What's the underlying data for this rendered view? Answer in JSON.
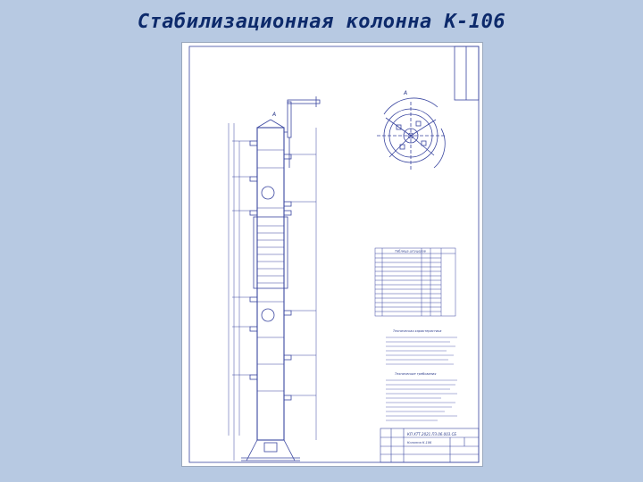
{
  "title": "Стабилизационная колонна К-106",
  "drawing": {
    "section_label": "А",
    "stamp_code": "КП ХТТ.2021.ПЗ.06.003.СБ",
    "stamp_name": "Колонна К-106",
    "spec_title": "Таблица штуцеров",
    "tech_title": "Техническая характеристика",
    "req_title": "Технические требования"
  }
}
